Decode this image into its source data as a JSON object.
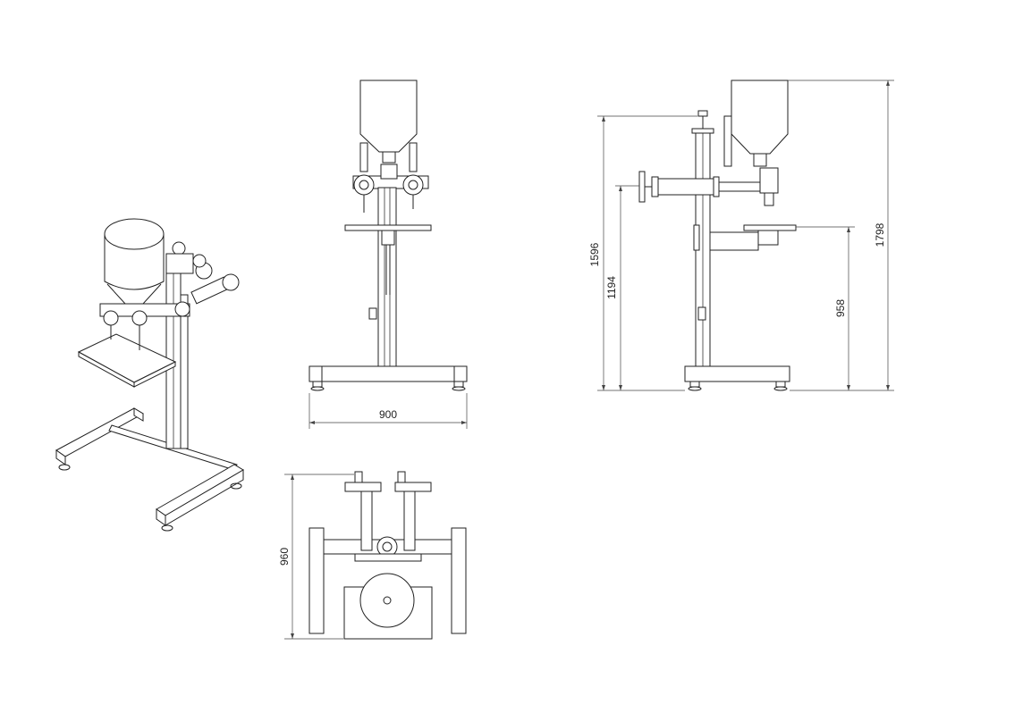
{
  "dimensions": {
    "front_width": "900",
    "top_depth": "960",
    "side_total_height": "1798",
    "side_inlet_height": "1596",
    "side_outlet_height": "1194",
    "side_table_height": "958"
  }
}
